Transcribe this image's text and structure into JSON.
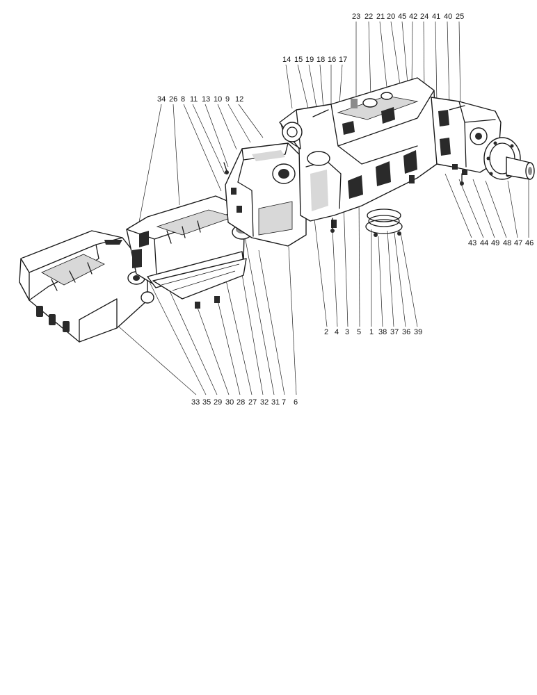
{
  "callout_groups": [
    {
      "id": "top_right",
      "numbers": [
        "23",
        "22",
        "21",
        "20",
        "45",
        "42",
        "24",
        "41",
        "40",
        "25"
      ]
    },
    {
      "id": "top_mid",
      "numbers": [
        "14",
        "15",
        "19",
        "18",
        "16",
        "17"
      ]
    },
    {
      "id": "upper_left",
      "numbers": [
        "34",
        "26",
        "8",
        "11",
        "13",
        "10",
        "9",
        "12"
      ]
    },
    {
      "id": "right",
      "numbers": [
        "43",
        "44",
        "49",
        "48",
        "47",
        "46"
      ]
    },
    {
      "id": "bottom_mid",
      "numbers": [
        "2",
        "4",
        "3",
        "5",
        "1",
        "38",
        "37",
        "36",
        "39"
      ]
    },
    {
      "id": "bottom_left",
      "numbers": [
        "33",
        "35",
        "29",
        "30",
        "28",
        "27",
        "32",
        "31",
        "7",
        "6"
      ]
    }
  ]
}
